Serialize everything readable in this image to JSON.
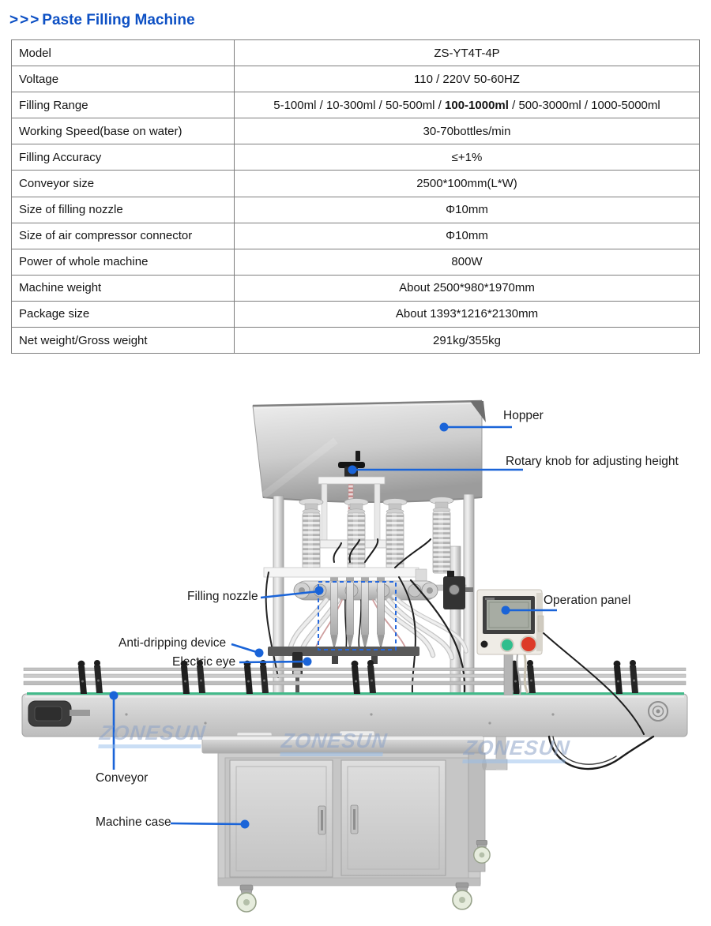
{
  "page": {
    "title_arrows": ">>>",
    "title_text": "Paste Filling Machine"
  },
  "spec_table": {
    "rows": [
      {
        "label": "Model",
        "value": "ZS-YT4T-4P"
      },
      {
        "label": "Voltage",
        "value": "110 / 220V 50-60HZ"
      },
      {
        "label": "Filling Range",
        "value_prefix": "5-100ml / 10-300ml / 50-500ml / ",
        "value_bold": "100-1000ml",
        "value_suffix": " / 500-3000ml / 1000-5000ml"
      },
      {
        "label": "Working Speed(base on water)",
        "value": "30-70bottles/min"
      },
      {
        "label": "Filling Accuracy",
        "value": "≤+1%"
      },
      {
        "label": "Conveyor size",
        "value": "2500*100mm(L*W)"
      },
      {
        "label": "Size of filling nozzle",
        "value": "Φ10mm"
      },
      {
        "label": "Size of air compressor connector",
        "value": "Φ10mm"
      },
      {
        "label": "Power of whole machine",
        "value": "800W"
      },
      {
        "label": "Machine weight",
        "value": "About 2500*980*1970mm"
      },
      {
        "label": "Package size",
        "value": "About 1393*1216*2130mm"
      },
      {
        "label": "Net weight/Gross weight",
        "value": "291kg/355kg"
      }
    ]
  },
  "figure": {
    "watermark": "ZONESUN",
    "labels": {
      "hopper": "Hopper",
      "rotary_knob": "Rotary knob for adjusting height",
      "filling_nozzle": "Filling nozzle",
      "operation_panel": "Operation panel",
      "anti_dripping": "Anti-dripping device",
      "electric_eye": "Electric eye",
      "conveyor": "Conveyor",
      "machine_case": "Machine case"
    },
    "colors": {
      "title_blue": "#0d50c4",
      "callout_blue": "#1a64d8",
      "belt_green": "#43b98a",
      "button_red": "#dd3a28",
      "button_green": "#2fbe8d",
      "watermark_blue": "#8da3c7"
    }
  }
}
